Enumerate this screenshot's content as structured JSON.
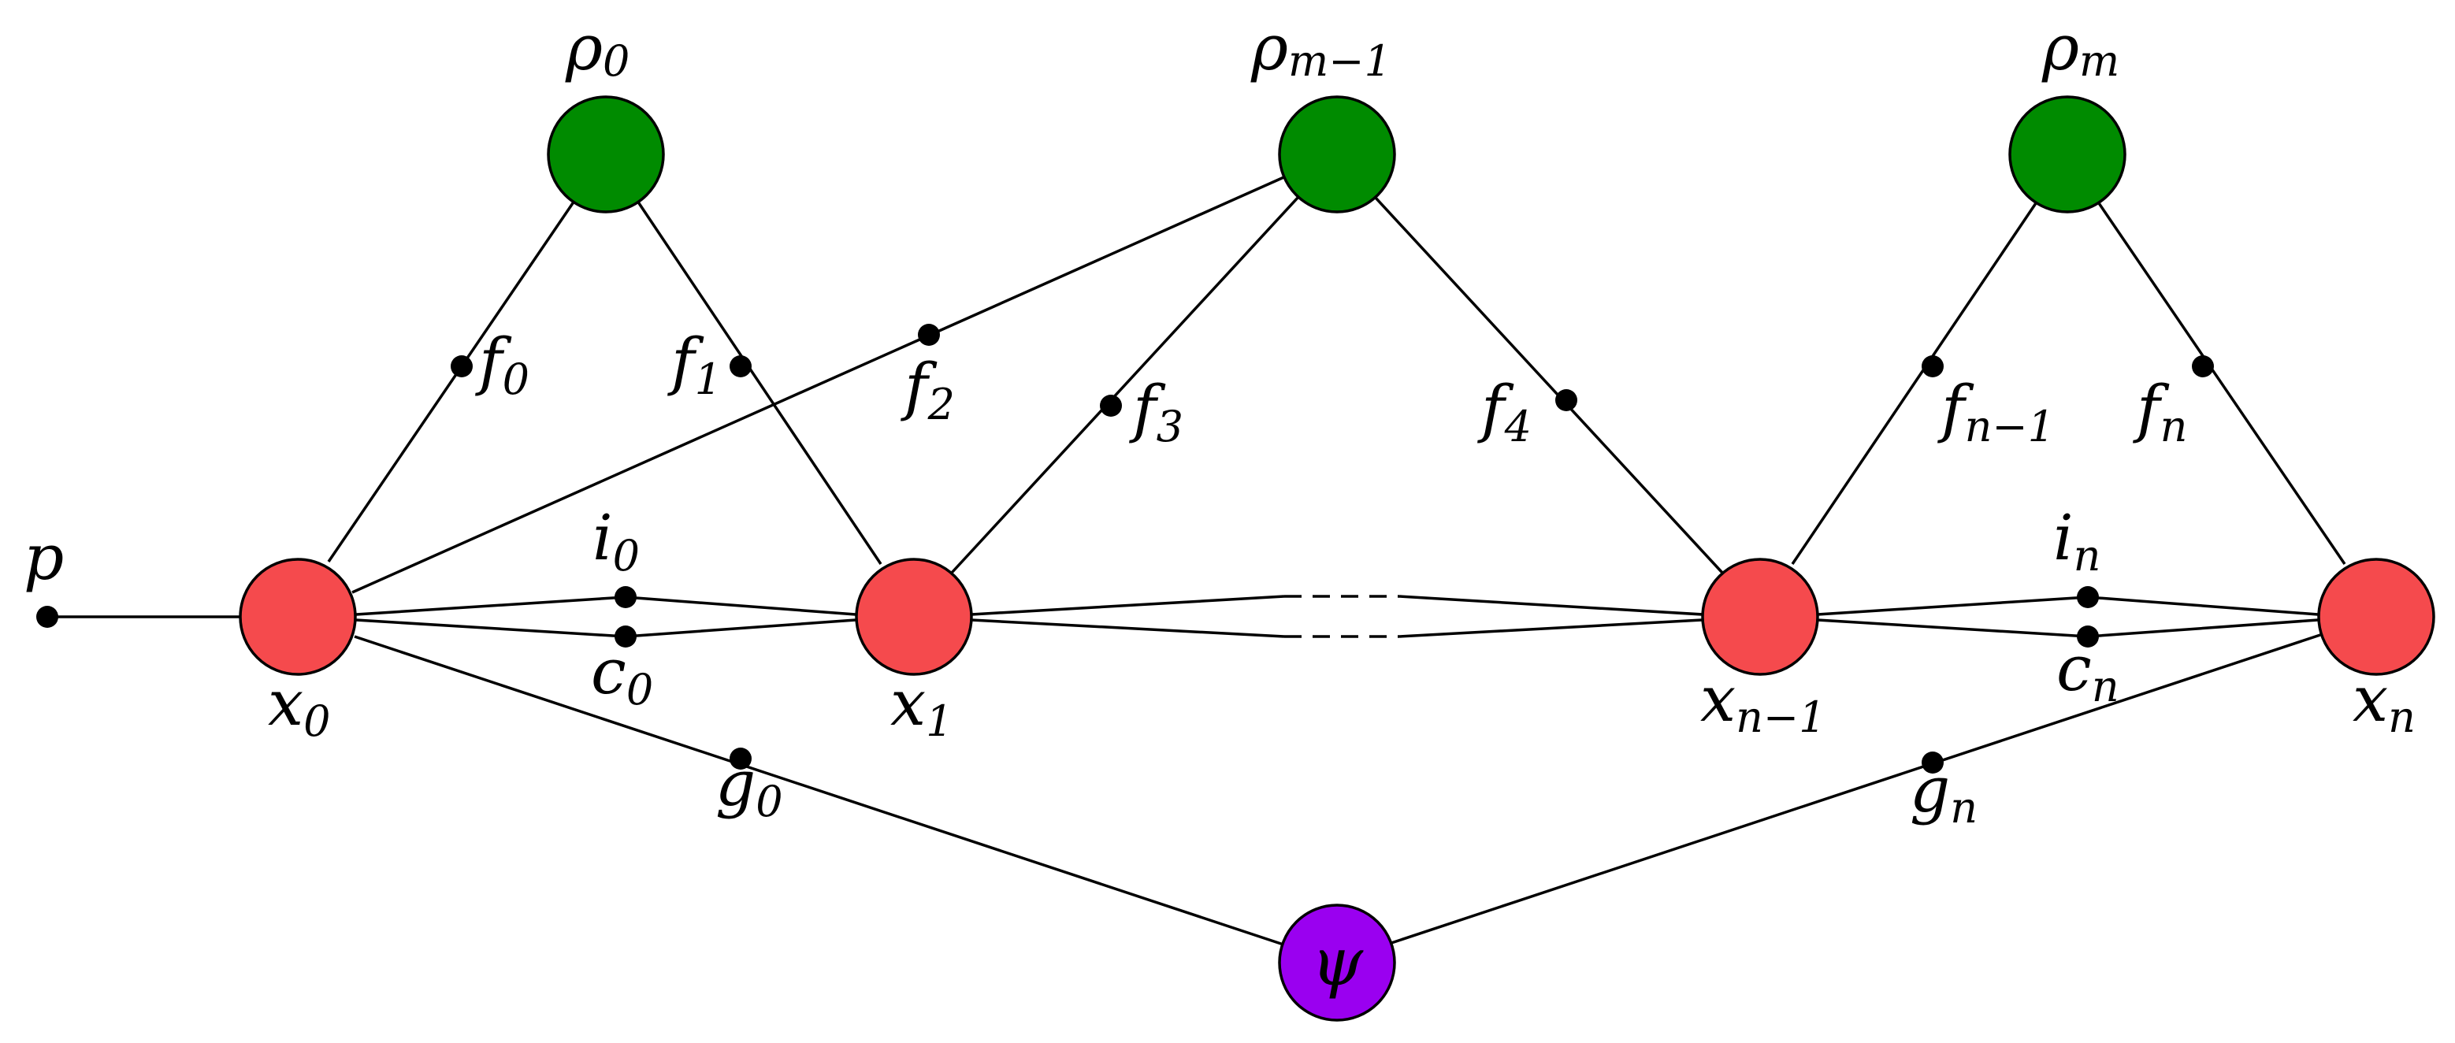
{
  "colors": {
    "x": "#f54a4d",
    "rho": "#008b00",
    "psi": "#9a00f0"
  },
  "nodes": {
    "x0": {
      "base": "x",
      "sub": "0"
    },
    "x1": {
      "base": "x",
      "sub": "1"
    },
    "xn1": {
      "base": "x",
      "sub": "n−1"
    },
    "xn": {
      "base": "x",
      "sub": "n"
    },
    "rho0": {
      "base": "ρ",
      "sub": "0"
    },
    "rhom1": {
      "base": "ρ",
      "sub": "m−1"
    },
    "rhom": {
      "base": "ρ",
      "sub": "m"
    },
    "psi": {
      "symbol": "ψ"
    }
  },
  "points": {
    "p": {
      "base": "p",
      "sub": ""
    },
    "f0": {
      "base": "f",
      "sub": "0"
    },
    "f1": {
      "base": "f",
      "sub": "1"
    },
    "f2": {
      "base": "f",
      "sub": "2"
    },
    "f3": {
      "base": "f",
      "sub": "3"
    },
    "f4": {
      "base": "f",
      "sub": "4"
    },
    "fn1": {
      "base": "f",
      "sub": "n−1"
    },
    "fn": {
      "base": "f",
      "sub": "n"
    },
    "i0": {
      "base": "i",
      "sub": "0"
    },
    "c0": {
      "base": "c",
      "sub": "0"
    },
    "in": {
      "base": "i",
      "sub": "n"
    },
    "cn": {
      "base": "c",
      "sub": "n"
    },
    "g0": {
      "base": "g",
      "sub": "0"
    },
    "gn": {
      "base": "g",
      "sub": "n"
    }
  }
}
